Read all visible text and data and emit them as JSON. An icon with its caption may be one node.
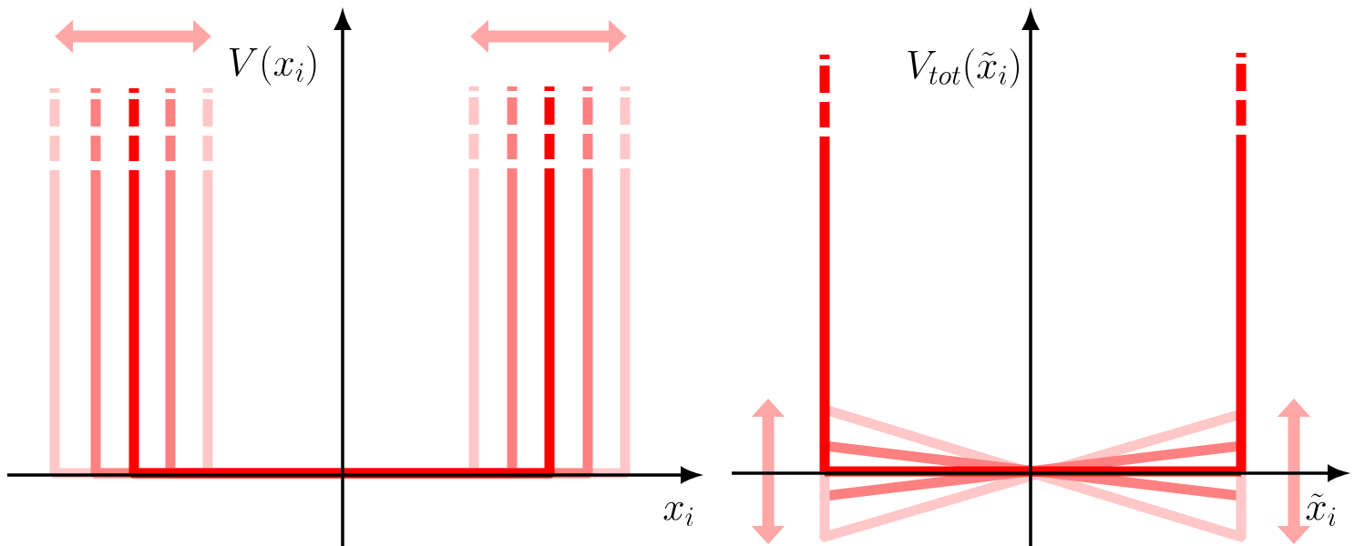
{
  "diagram": {
    "labels": [
      "V(x_i)",
      "x_i",
      "V_{tot}(\\tilde{x}_i)",
      "\\tilde{x}_i"
    ]
  }
}
